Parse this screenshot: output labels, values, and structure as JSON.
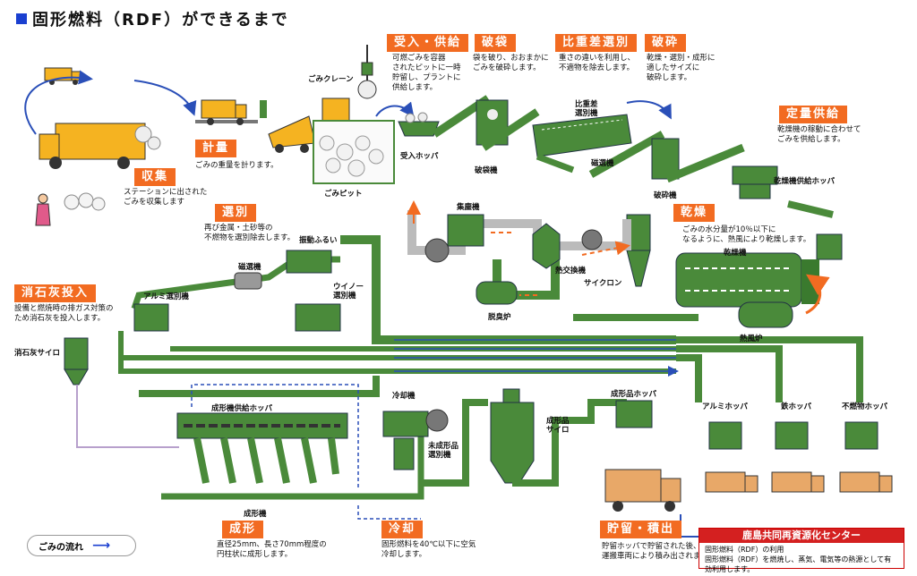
{
  "title": "固形燃料（RDF）ができるまで",
  "stages": [
    {
      "label": "収集",
      "desc": "ステーションに出された\nごみを収集します"
    },
    {
      "label": "計量",
      "desc": "ごみの重量を計ります。"
    },
    {
      "label": "受入・供給",
      "desc": "可燃ごみを容器\nされたピットに一時\n貯留し、プラントに\n供給します。"
    },
    {
      "label": "破袋",
      "desc": "袋を破り、おおまかに\nごみを破砕します。"
    },
    {
      "label": "比重差選別",
      "desc": "重さの違いを利用し、\n不適物を除去します。"
    },
    {
      "label": "破砕",
      "desc": "乾燥・選別・成形に\n適したサイズに\n破砕します。"
    },
    {
      "label": "定量供給",
      "desc": "乾燥機の稼動に合わせて\nごみを供給します。"
    },
    {
      "label": "乾燥",
      "desc": "ごみの水分量が10％以下に\nなるように、熱風により乾燥します。"
    },
    {
      "label": "選別",
      "desc": "再び金属・土砂等の\n不燃物を選別除去します。"
    },
    {
      "label": "消石灰投入",
      "desc": "設備と燃焼時の排ガス対策の\nため消石灰を投入します。"
    },
    {
      "label": "成形",
      "desc": "直径25mm、長さ70mm程度の\n円柱状に成形します。"
    },
    {
      "label": "冷却",
      "desc": "固形燃料を40℃以下に空気\n冷却します。"
    },
    {
      "label": "貯留・積出",
      "desc": "貯留ホッパで貯留された後、\n運搬車両により積み出されます。"
    }
  ],
  "captions": {
    "crane": "ごみクレーン",
    "hopper_in": "受入ホッパ",
    "pit": "ごみピット",
    "breaker": "破袋機",
    "grav": "比重差\n選別機",
    "sep": "磁選機",
    "crusher": "破砕機",
    "feed_hopper": "乾燥機供給ホッパ",
    "dust": "集塵機",
    "hx": "熱交換機",
    "cyclone": "サイクロン",
    "deodor": "脱臭炉",
    "dryer": "乾燥機",
    "hotair": "熱風炉",
    "screen": "振動ふるい",
    "mag": "磁選機",
    "al": "アルミ選別機",
    "winnow": "ウイノー\n選別機",
    "lime": "消石灰サイロ",
    "former_hopper": "成形機供給ホッパ",
    "former": "成形機",
    "cooler": "冷却機",
    "unsel": "未成形品\n選別機",
    "silo": "成形品\nサイロ",
    "prod_hopper": "成形品ホッパ",
    "al_hopper": "アルミホッパ",
    "fe_hopper": "鉄ホッパ",
    "nf_hopper": "不燃物ホッパ"
  },
  "legend": "ごみの流れ",
  "center": {
    "name": "鹿島共同再資源化センター",
    "sub": "固形燃料（RDF）の利用",
    "desc": "固形燃料（RDF）を燃焼し、蒸気、電気等の熱源として有効利用します。"
  }
}
